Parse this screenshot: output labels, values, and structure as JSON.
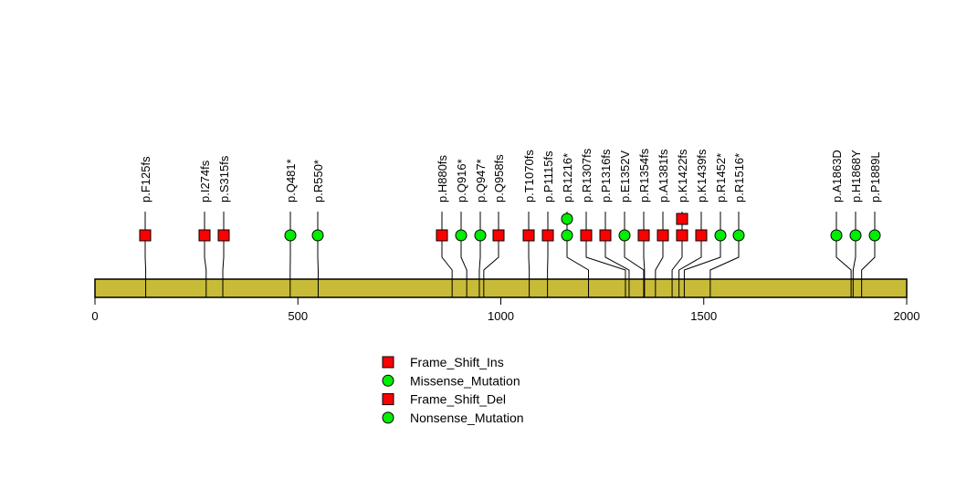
{
  "chart_data": {
    "type": "lollipop",
    "xlim": [
      0,
      2000
    ],
    "x_ticks": [
      0,
      500,
      1000,
      1500,
      2000
    ],
    "protein_bar_color": "#c8bb38",
    "colors": {
      "Frame_Shift_Ins": "#ff0000",
      "Frame_Shift_Del": "#ff0000",
      "Missense_Mutation": "#00ee00",
      "Nonsense_Mutation": "#00ee00"
    },
    "mutations": [
      {
        "label": "p.F125fs",
        "pos": 125,
        "type": "Frame_Shift_Del",
        "count": 1
      },
      {
        "label": "p.I274fs",
        "pos": 274,
        "type": "Frame_Shift_Del",
        "count": 1
      },
      {
        "label": "p.S315fs",
        "pos": 315,
        "type": "Frame_Shift_Del",
        "count": 1
      },
      {
        "label": "p.Q481*",
        "pos": 481,
        "type": "Nonsense_Mutation",
        "count": 1
      },
      {
        "label": "p.R550*",
        "pos": 550,
        "type": "Nonsense_Mutation",
        "count": 1
      },
      {
        "label": "p.H880fs",
        "pos": 880,
        "type": "Frame_Shift_Del",
        "count": 1
      },
      {
        "label": "p.Q916*",
        "pos": 916,
        "type": "Nonsense_Mutation",
        "count": 1
      },
      {
        "label": "p.Q947*",
        "pos": 947,
        "type": "Nonsense_Mutation",
        "count": 1
      },
      {
        "label": "p.Q958fs",
        "pos": 958,
        "type": "Frame_Shift_Del",
        "count": 1
      },
      {
        "label": "p.T1070fs",
        "pos": 1070,
        "type": "Frame_Shift_Del",
        "count": 1
      },
      {
        "label": "p.P1115fs",
        "pos": 1115,
        "type": "Frame_Shift_Del",
        "count": 1
      },
      {
        "label": "p.R1216*",
        "pos": 1216,
        "type": "Nonsense_Mutation",
        "count": 2
      },
      {
        "label": "p.R1307fs",
        "pos": 1307,
        "type": "Frame_Shift_Del",
        "count": 1
      },
      {
        "label": "p.P1316fs",
        "pos": 1316,
        "type": "Frame_Shift_Del",
        "count": 1
      },
      {
        "label": "p.E1352V",
        "pos": 1352,
        "type": "Missense_Mutation",
        "count": 1
      },
      {
        "label": "p.R1354fs",
        "pos": 1354,
        "type": "Frame_Shift_Del",
        "count": 1
      },
      {
        "label": "p.A1381fs",
        "pos": 1381,
        "type": "Frame_Shift_Del",
        "count": 1
      },
      {
        "label": "p.K1422fs",
        "pos": 1422,
        "type": "Frame_Shift_Del",
        "count": 2
      },
      {
        "label": "p.K1439fs",
        "pos": 1439,
        "type": "Frame_Shift_Del",
        "count": 1
      },
      {
        "label": "p.R1452*",
        "pos": 1452,
        "type": "Nonsense_Mutation",
        "count": 1
      },
      {
        "label": "p.R1516*",
        "pos": 1516,
        "type": "Nonsense_Mutation",
        "count": 1
      },
      {
        "label": "p.A1863D",
        "pos": 1863,
        "type": "Missense_Mutation",
        "count": 1
      },
      {
        "label": "p.H1868Y",
        "pos": 1868,
        "type": "Missense_Mutation",
        "count": 1
      },
      {
        "label": "p.P1889L",
        "pos": 1889,
        "type": "Missense_Mutation",
        "count": 1
      }
    ],
    "legend": [
      {
        "label": "Frame_Shift_Ins",
        "shape": "square"
      },
      {
        "label": "Missense_Mutation",
        "shape": "circle"
      },
      {
        "label": "Frame_Shift_Del",
        "shape": "square"
      },
      {
        "label": "Nonsense_Mutation",
        "shape": "circle"
      }
    ],
    "legend_position": "bottom-center"
  }
}
